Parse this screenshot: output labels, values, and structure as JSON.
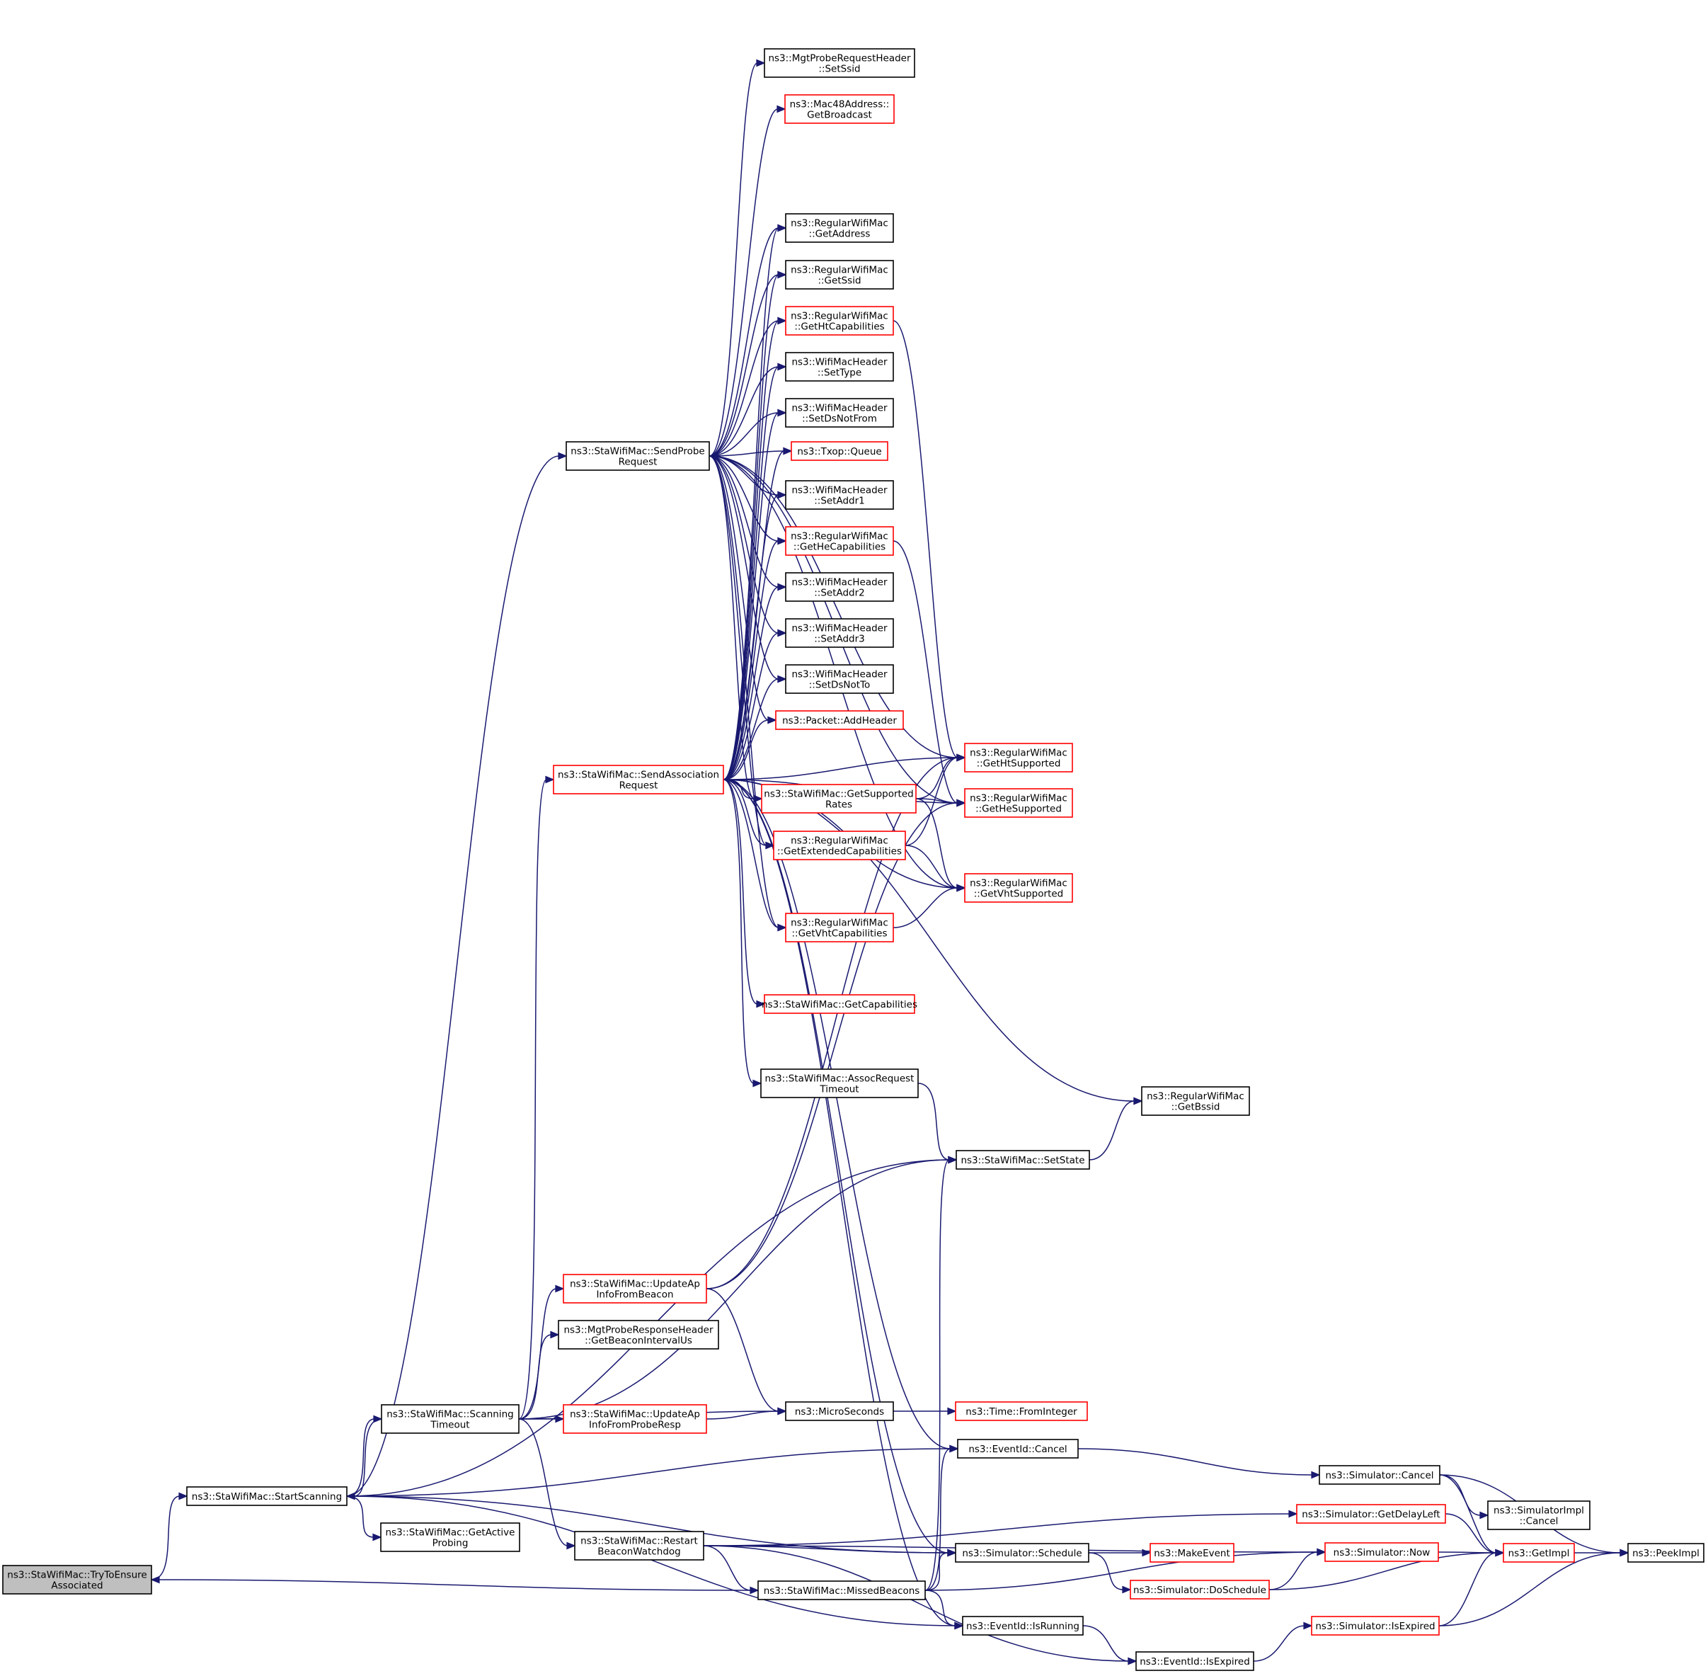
{
  "colors": {
    "edge": "#191970",
    "box_border": "#000000",
    "box_border_incomplete": "#ff0000",
    "box_fill": "#ffffff",
    "highlight_fill": "#bfbfbf",
    "text": "#000000"
  },
  "nodes": [
    {
      "id": "tryToEnsure",
      "lines": [
        "ns3::StaWifiMac::TryToEnsure",
        "Associated"
      ],
      "border": "black",
      "highlight": true
    },
    {
      "id": "startScanning",
      "lines": [
        "ns3::StaWifiMac::StartScanning"
      ],
      "border": "black"
    },
    {
      "id": "sendProbe",
      "lines": [
        "ns3::StaWifiMac::SendProbe",
        "Request"
      ],
      "border": "black"
    },
    {
      "id": "sendAssoc",
      "lines": [
        "ns3::StaWifiMac::SendAssociation",
        "Request"
      ],
      "border": "red"
    },
    {
      "id": "scanningTimeout",
      "lines": [
        "ns3::StaWifiMac::Scanning",
        "Timeout"
      ],
      "border": "black"
    },
    {
      "id": "getActiveProbing",
      "lines": [
        "ns3::StaWifiMac::GetActive",
        "Probing"
      ],
      "border": "black"
    },
    {
      "id": "updateApBeacon",
      "lines": [
        "ns3::StaWifiMac::UpdateAp",
        "InfoFromBeacon"
      ],
      "border": "red"
    },
    {
      "id": "getBeaconInterval",
      "lines": [
        "ns3::MgtProbeResponseHeader",
        "::GetBeaconIntervalUs"
      ],
      "border": "black"
    },
    {
      "id": "updateApProbe",
      "lines": [
        "ns3::StaWifiMac::UpdateAp",
        "InfoFromProbeResp"
      ],
      "border": "red"
    },
    {
      "id": "restartBeacon",
      "lines": [
        "ns3::StaWifiMac::Restart",
        "BeaconWatchdog"
      ],
      "border": "black"
    },
    {
      "id": "missedBeacons",
      "lines": [
        "ns3::StaWifiMac::MissedBeacons"
      ],
      "border": "black"
    },
    {
      "id": "setSsid",
      "lines": [
        "ns3::MgtProbeRequestHeader",
        "::SetSsid"
      ],
      "border": "black"
    },
    {
      "id": "getBroadcast",
      "lines": [
        "ns3::Mac48Address::",
        "GetBroadcast"
      ],
      "border": "red"
    },
    {
      "id": "getAddress",
      "lines": [
        "ns3::RegularWifiMac",
        "::GetAddress"
      ],
      "border": "black"
    },
    {
      "id": "getSsid",
      "lines": [
        "ns3::RegularWifiMac",
        "::GetSsid"
      ],
      "border": "black"
    },
    {
      "id": "getHtCap",
      "lines": [
        "ns3::RegularWifiMac",
        "::GetHtCapabilities"
      ],
      "border": "red"
    },
    {
      "id": "setType",
      "lines": [
        "ns3::WifiMacHeader",
        "::SetType"
      ],
      "border": "black"
    },
    {
      "id": "setDsNotFrom",
      "lines": [
        "ns3::WifiMacHeader",
        "::SetDsNotFrom"
      ],
      "border": "black"
    },
    {
      "id": "txopQueue",
      "lines": [
        "ns3::Txop::Queue"
      ],
      "border": "red"
    },
    {
      "id": "setAddr1",
      "lines": [
        "ns3::WifiMacHeader",
        "::SetAddr1"
      ],
      "border": "black"
    },
    {
      "id": "getHeCap",
      "lines": [
        "ns3::RegularWifiMac",
        "::GetHeCapabilities"
      ],
      "border": "red"
    },
    {
      "id": "setAddr2",
      "lines": [
        "ns3::WifiMacHeader",
        "::SetAddr2"
      ],
      "border": "black"
    },
    {
      "id": "setAddr3",
      "lines": [
        "ns3::WifiMacHeader",
        "::SetAddr3"
      ],
      "border": "black"
    },
    {
      "id": "setDsNotTo",
      "lines": [
        "ns3::WifiMacHeader",
        "::SetDsNotTo"
      ],
      "border": "black"
    },
    {
      "id": "addHeader",
      "lines": [
        "ns3::Packet::AddHeader"
      ],
      "border": "red"
    },
    {
      "id": "getSupportedRates",
      "lines": [
        "ns3::StaWifiMac::GetSupported",
        "Rates"
      ],
      "border": "red"
    },
    {
      "id": "getExtCap",
      "lines": [
        "ns3::RegularWifiMac",
        "::GetExtendedCapabilities"
      ],
      "border": "red"
    },
    {
      "id": "getVhtCap",
      "lines": [
        "ns3::RegularWifiMac",
        "::GetVhtCapabilities"
      ],
      "border": "red"
    },
    {
      "id": "getCapabilities",
      "lines": [
        "ns3::StaWifiMac::GetCapabilities"
      ],
      "border": "red"
    },
    {
      "id": "assocReqTimeout",
      "lines": [
        "ns3::StaWifiMac::AssocRequest",
        "Timeout"
      ],
      "border": "black"
    },
    {
      "id": "getHtSupported",
      "lines": [
        "ns3::RegularWifiMac",
        "::GetHtSupported"
      ],
      "border": "red"
    },
    {
      "id": "getHeSupported",
      "lines": [
        "ns3::RegularWifiMac",
        "::GetHeSupported"
      ],
      "border": "red"
    },
    {
      "id": "getVhtSupported",
      "lines": [
        "ns3::RegularWifiMac",
        "::GetVhtSupported"
      ],
      "border": "red"
    },
    {
      "id": "getBssid",
      "lines": [
        "ns3::RegularWifiMac",
        "::GetBssid"
      ],
      "border": "black"
    },
    {
      "id": "setState",
      "lines": [
        "ns3::StaWifiMac::SetState"
      ],
      "border": "black"
    },
    {
      "id": "microSeconds",
      "lines": [
        "ns3::MicroSeconds"
      ],
      "border": "black"
    },
    {
      "id": "fromInteger",
      "lines": [
        "ns3::Time::FromInteger"
      ],
      "border": "red"
    },
    {
      "id": "eventCancel",
      "lines": [
        "ns3::EventId::Cancel"
      ],
      "border": "black"
    },
    {
      "id": "simSchedule",
      "lines": [
        "ns3::Simulator::Schedule"
      ],
      "border": "black"
    },
    {
      "id": "eventIsRunning",
      "lines": [
        "ns3::EventId::IsRunning"
      ],
      "border": "black"
    },
    {
      "id": "eventIsExpired",
      "lines": [
        "ns3::EventId::IsExpired"
      ],
      "border": "black"
    },
    {
      "id": "simCancel",
      "lines": [
        "ns3::Simulator::Cancel"
      ],
      "border": "black"
    },
    {
      "id": "simImplCancel",
      "lines": [
        "ns3::SimulatorImpl",
        "::Cancel"
      ],
      "border": "black"
    },
    {
      "id": "simGetDelayLeft",
      "lines": [
        "ns3::Simulator::GetDelayLeft"
      ],
      "border": "red"
    },
    {
      "id": "makeEvent",
      "lines": [
        "ns3::MakeEvent"
      ],
      "border": "red"
    },
    {
      "id": "simNow",
      "lines": [
        "ns3::Simulator::Now"
      ],
      "border": "red"
    },
    {
      "id": "simDoSchedule",
      "lines": [
        "ns3::Simulator::DoSchedule"
      ],
      "border": "red"
    },
    {
      "id": "simIsExpired",
      "lines": [
        "ns3::Simulator::IsExpired"
      ],
      "border": "red"
    },
    {
      "id": "getImpl",
      "lines": [
        "ns3::GetImpl"
      ],
      "border": "red"
    },
    {
      "id": "peekImpl",
      "lines": [
        "ns3::PeekImpl"
      ],
      "border": "black"
    }
  ],
  "edges": [
    [
      "missedBeacons",
      "tryToEnsure"
    ],
    [
      "tryToEnsure",
      "startScanning"
    ],
    [
      "startScanning",
      "sendProbe"
    ],
    [
      "startScanning",
      "scanningTimeout"
    ],
    [
      "startScanning",
      "getActiveProbing"
    ],
    [
      "startScanning",
      "setState"
    ],
    [
      "startScanning",
      "eventCancel"
    ],
    [
      "startScanning",
      "simSchedule"
    ],
    [
      "startScanning",
      "eventIsRunning"
    ],
    [
      "scanningTimeout",
      "startScanning"
    ],
    [
      "scanningTimeout",
      "sendAssoc"
    ],
    [
      "scanningTimeout",
      "updateApBeacon"
    ],
    [
      "scanningTimeout",
      "getBeaconInterval"
    ],
    [
      "scanningTimeout",
      "updateApProbe"
    ],
    [
      "scanningTimeout",
      "microSeconds"
    ],
    [
      "scanningTimeout",
      "restartBeacon"
    ],
    [
      "scanningTimeout",
      "setState"
    ],
    [
      "sendProbe",
      "setSsid"
    ],
    [
      "sendProbe",
      "getBroadcast"
    ],
    [
      "sendProbe",
      "getAddress"
    ],
    [
      "sendProbe",
      "getSsid"
    ],
    [
      "sendProbe",
      "getHtCap"
    ],
    [
      "sendProbe",
      "setType"
    ],
    [
      "sendProbe",
      "setDsNotFrom"
    ],
    [
      "sendProbe",
      "txopQueue"
    ],
    [
      "sendProbe",
      "setAddr1"
    ],
    [
      "sendProbe",
      "getHeCap"
    ],
    [
      "sendProbe",
      "setAddr2"
    ],
    [
      "sendProbe",
      "setAddr3"
    ],
    [
      "sendProbe",
      "setDsNotTo"
    ],
    [
      "sendProbe",
      "addHeader"
    ],
    [
      "sendProbe",
      "getSupportedRates"
    ],
    [
      "sendProbe",
      "getExtCap"
    ],
    [
      "sendProbe",
      "getVhtCap"
    ],
    [
      "sendProbe",
      "getHtSupported"
    ],
    [
      "sendProbe",
      "getHeSupported"
    ],
    [
      "sendProbe",
      "getVhtSupported"
    ],
    [
      "sendAssoc",
      "getAddress"
    ],
    [
      "sendAssoc",
      "getSsid"
    ],
    [
      "sendAssoc",
      "getHtCap"
    ],
    [
      "sendAssoc",
      "setType"
    ],
    [
      "sendAssoc",
      "setDsNotFrom"
    ],
    [
      "sendAssoc",
      "txopQueue"
    ],
    [
      "sendAssoc",
      "setAddr1"
    ],
    [
      "sendAssoc",
      "getHeCap"
    ],
    [
      "sendAssoc",
      "setAddr2"
    ],
    [
      "sendAssoc",
      "setAddr3"
    ],
    [
      "sendAssoc",
      "setDsNotTo"
    ],
    [
      "sendAssoc",
      "addHeader"
    ],
    [
      "sendAssoc",
      "getSupportedRates"
    ],
    [
      "sendAssoc",
      "getExtCap"
    ],
    [
      "sendAssoc",
      "getVhtCap"
    ],
    [
      "sendAssoc",
      "getCapabilities"
    ],
    [
      "sendAssoc",
      "assocReqTimeout"
    ],
    [
      "sendAssoc",
      "getHtSupported"
    ],
    [
      "sendAssoc",
      "getHeSupported"
    ],
    [
      "sendAssoc",
      "getVhtSupported"
    ],
    [
      "sendAssoc",
      "getBssid"
    ],
    [
      "sendAssoc",
      "eventCancel"
    ],
    [
      "sendAssoc",
      "simSchedule"
    ],
    [
      "sendAssoc",
      "eventIsRunning"
    ],
    [
      "getHtCap",
      "getHtSupported"
    ],
    [
      "getHeCap",
      "getHeSupported"
    ],
    [
      "getSupportedRates",
      "getHtSupported"
    ],
    [
      "getSupportedRates",
      "getHeSupported"
    ],
    [
      "getSupportedRates",
      "getVhtSupported"
    ],
    [
      "getExtCap",
      "getHtSupported"
    ],
    [
      "getExtCap",
      "getVhtSupported"
    ],
    [
      "getVhtCap",
      "getVhtSupported"
    ],
    [
      "assocReqTimeout",
      "setState"
    ],
    [
      "setState",
      "getBssid"
    ],
    [
      "updateApBeacon",
      "getHtSupported"
    ],
    [
      "updateApBeacon",
      "getHeSupported"
    ],
    [
      "updateApBeacon",
      "microSeconds"
    ],
    [
      "updateApProbe",
      "microSeconds"
    ],
    [
      "microSeconds",
      "fromInteger"
    ],
    [
      "restartBeacon",
      "simGetDelayLeft"
    ],
    [
      "restartBeacon",
      "simNow"
    ],
    [
      "restartBeacon",
      "simSchedule"
    ],
    [
      "restartBeacon",
      "missedBeacons"
    ],
    [
      "restartBeacon",
      "eventIsExpired"
    ],
    [
      "missedBeacons",
      "setState"
    ],
    [
      "missedBeacons",
      "eventCancel"
    ],
    [
      "missedBeacons",
      "simSchedule"
    ],
    [
      "missedBeacons",
      "simNow"
    ],
    [
      "missedBeacons",
      "eventIsRunning"
    ],
    [
      "eventCancel",
      "simCancel"
    ],
    [
      "simCancel",
      "simImplCancel"
    ],
    [
      "simCancel",
      "getImpl"
    ],
    [
      "simCancel",
      "peekImpl"
    ],
    [
      "simGetDelayLeft",
      "getImpl"
    ],
    [
      "simSchedule",
      "makeEvent"
    ],
    [
      "simSchedule",
      "simDoSchedule"
    ],
    [
      "simDoSchedule",
      "simNow"
    ],
    [
      "simDoSchedule",
      "getImpl"
    ],
    [
      "simNow",
      "getImpl"
    ],
    [
      "eventIsRunning",
      "eventIsExpired"
    ],
    [
      "eventIsExpired",
      "simIsExpired"
    ],
    [
      "simIsExpired",
      "getImpl"
    ],
    [
      "simIsExpired",
      "peekImpl"
    ],
    [
      "getImpl",
      "peekImpl"
    ]
  ]
}
